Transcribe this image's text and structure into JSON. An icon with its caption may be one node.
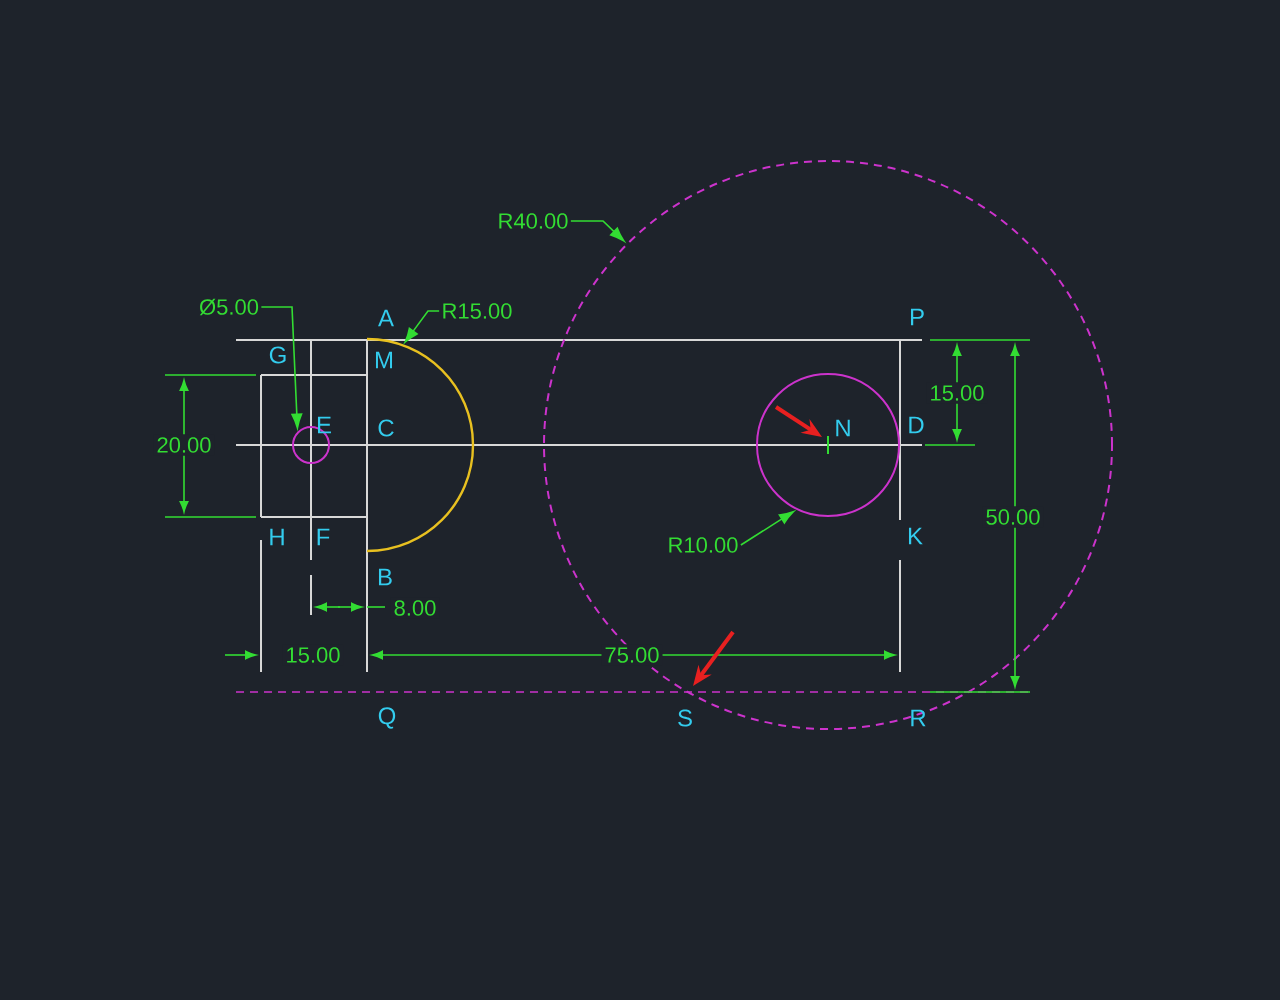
{
  "diagram": {
    "nodes": [
      {
        "text": [
          "R40.00"
        ]
      },
      {
        "text": [
          "Ø5.00"
        ]
      },
      {
        "text": [
          "R15.00"
        ]
      },
      {
        "text": [
          "R10.00"
        ],
        "in": 7
      },
      {
        "text": [],
        "shape": "circle"
      },
      {
        "text": [],
        "shape": "arc"
      },
      {
        "text": [],
        "shape": "circle",
        "in": 7
      },
      {
        "text": [],
        "shape": "circle"
      }
    ],
    "edges": [
      {
        "from": 0,
        "to": 7,
        "arrow": "to"
      },
      {
        "from": 1,
        "to": 4,
        "arrow": "to"
      },
      {
        "from": 2,
        "to": 5,
        "arrow": "to"
      },
      {
        "from": 3,
        "to": 6,
        "arrow": "to"
      }
    ],
    "labels": [
      "A",
      "P",
      "G",
      "M",
      "E",
      "C",
      "N",
      "D",
      "H",
      "F",
      "K",
      "B",
      "Q",
      "S",
      "R",
      "20.00",
      "15.00",
      "50.00",
      "8.00",
      "15.00",
      "75.00"
    ]
  }
}
